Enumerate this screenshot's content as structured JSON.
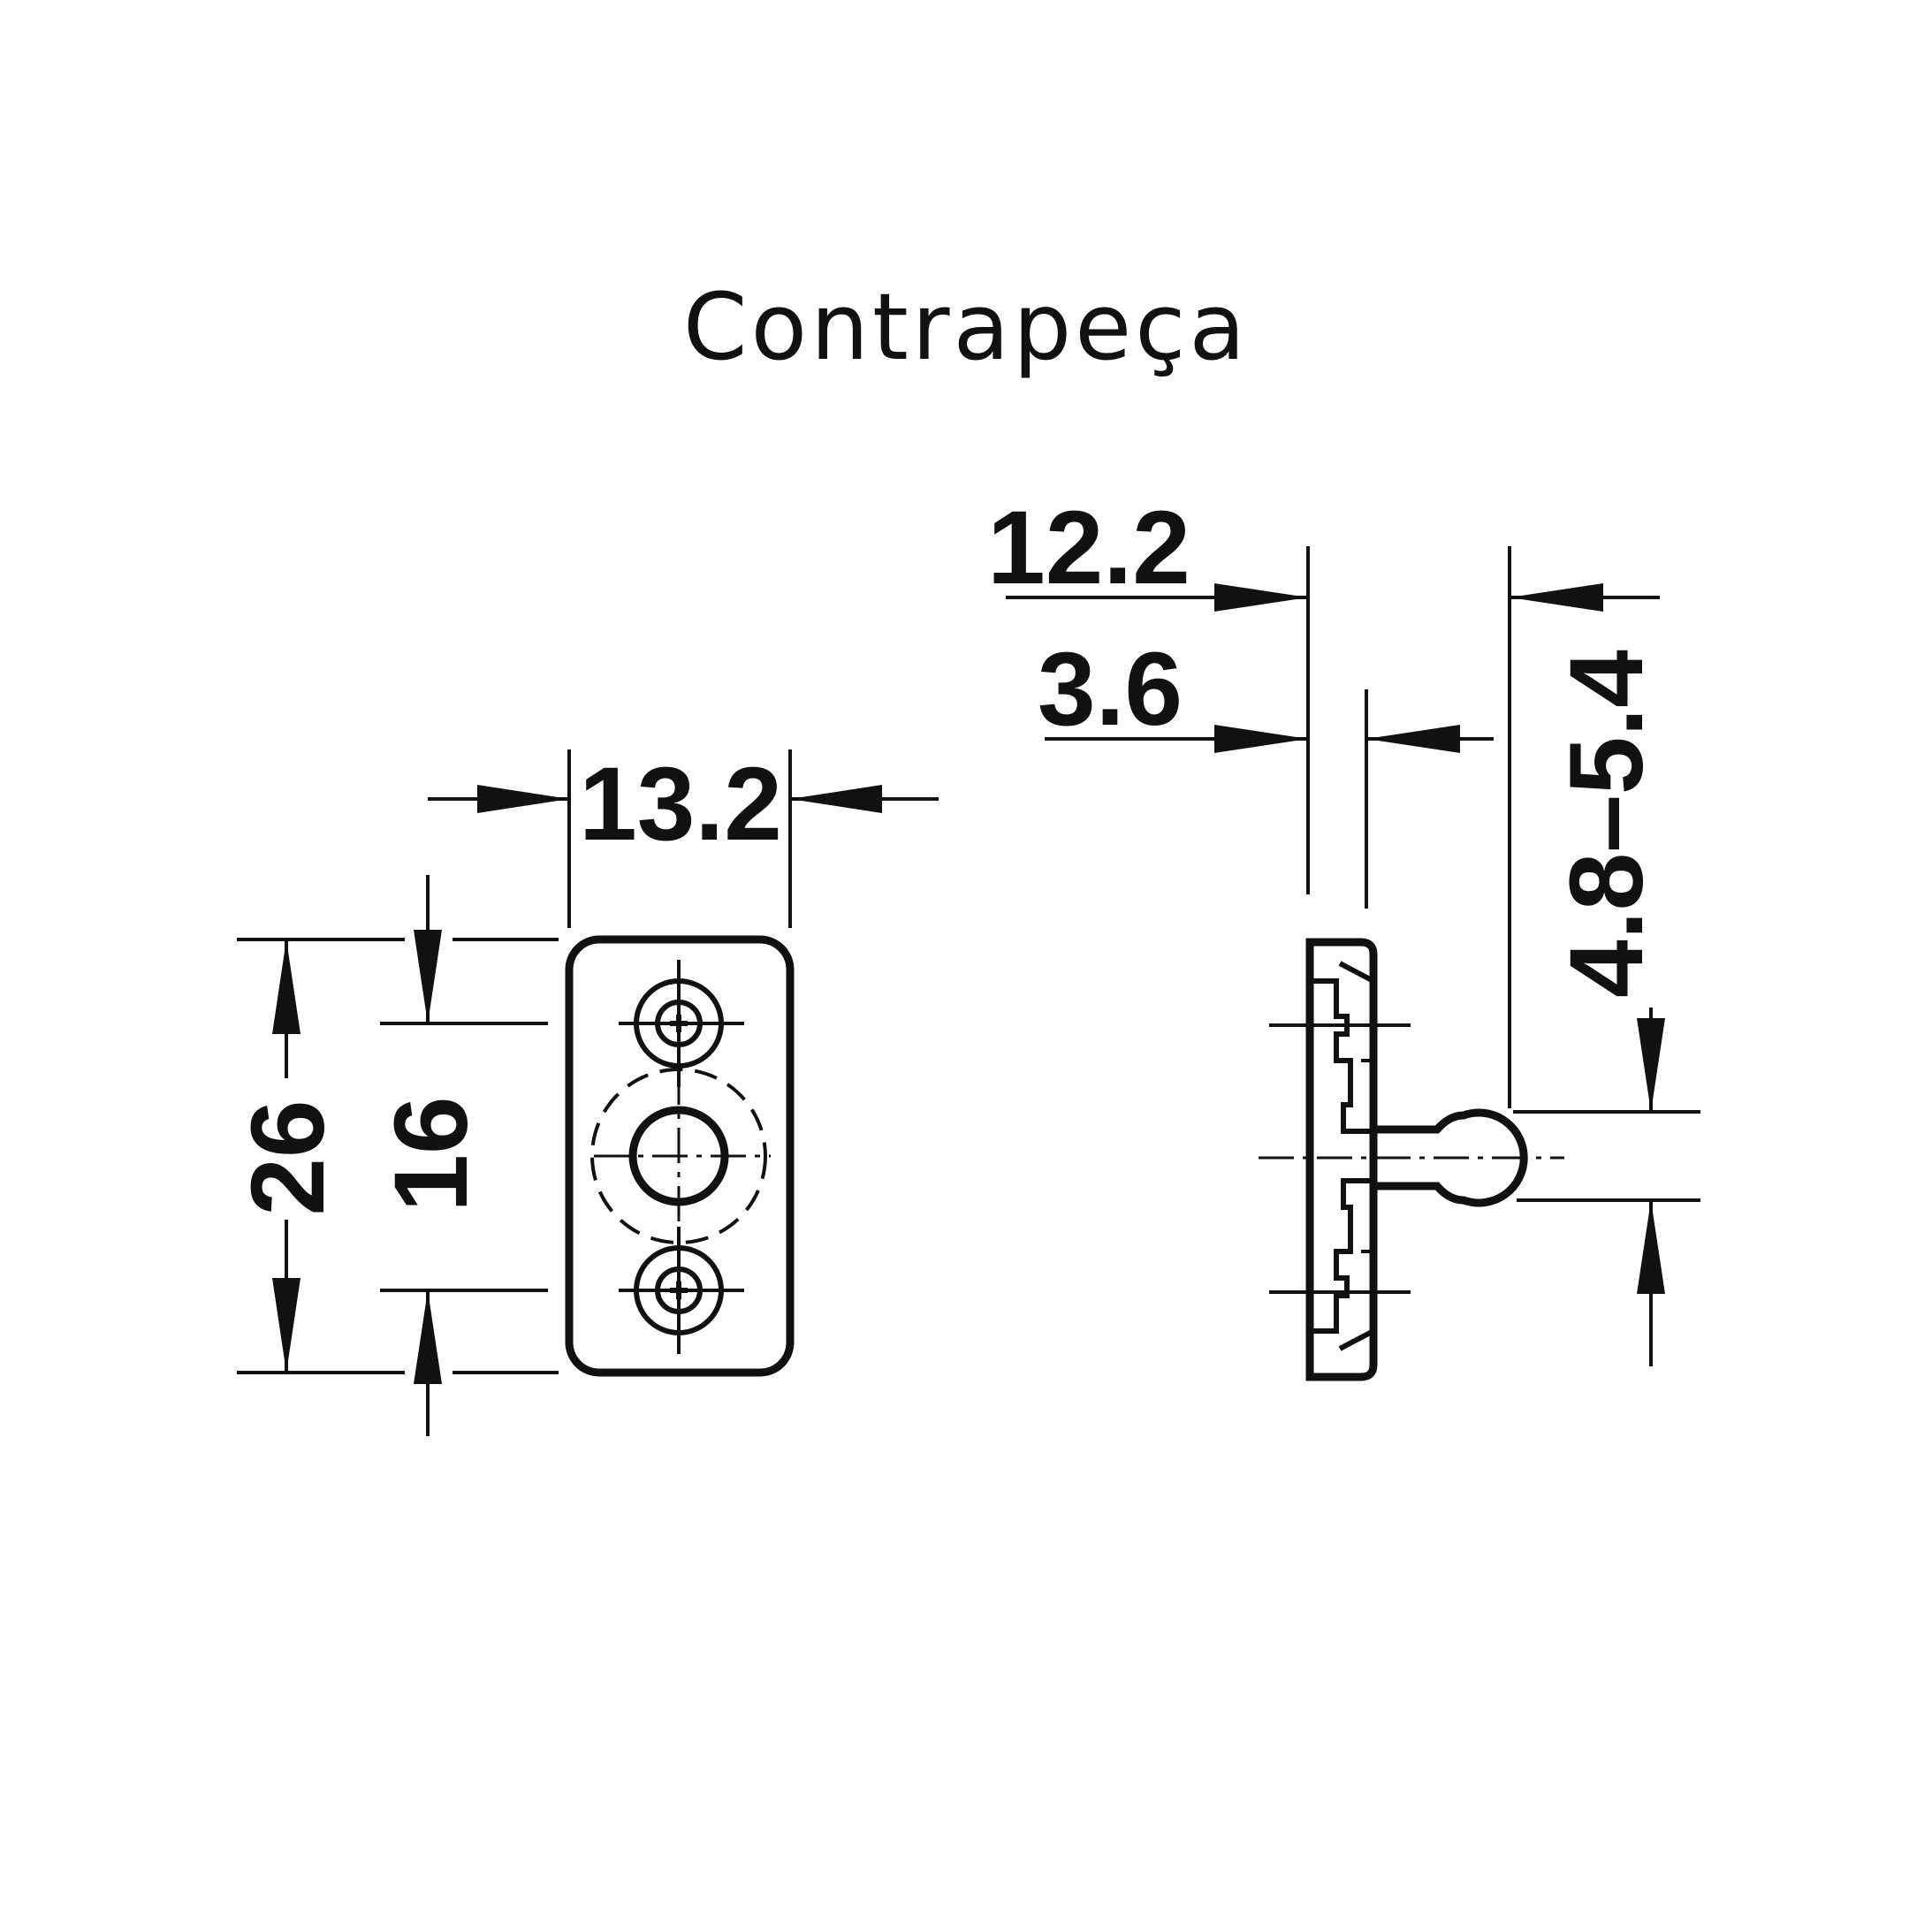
{
  "title": "Contrapeça",
  "dimensions": {
    "front_width": "13.2",
    "front_height": "26",
    "hole_spacing": "16",
    "side_offset": "12.2",
    "side_thickness": "3.6",
    "ball_range": "4.8–5.4"
  },
  "colors": {
    "line": "#111111",
    "background": "#ffffff"
  }
}
